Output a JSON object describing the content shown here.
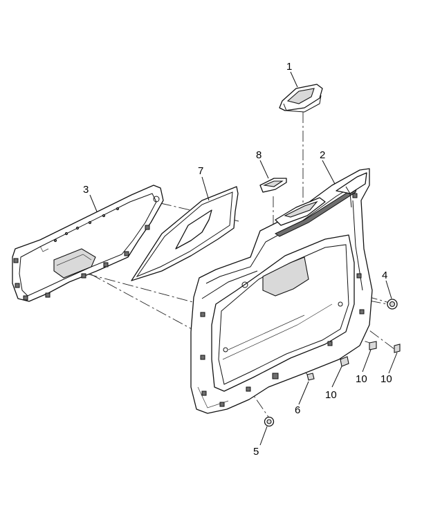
{
  "callouts": [
    {
      "id": "c1",
      "label": "1"
    },
    {
      "id": "c2",
      "label": "2"
    },
    {
      "id": "c3",
      "label": "3"
    },
    {
      "id": "c4",
      "label": "4"
    },
    {
      "id": "c5",
      "label": "5"
    },
    {
      "id": "c6",
      "label": "6"
    },
    {
      "id": "c7",
      "label": "7"
    },
    {
      "id": "c8",
      "label": "8"
    },
    {
      "id": "c10a",
      "label": "10"
    },
    {
      "id": "c10b",
      "label": "10"
    },
    {
      "id": "c10c",
      "label": "10"
    }
  ]
}
